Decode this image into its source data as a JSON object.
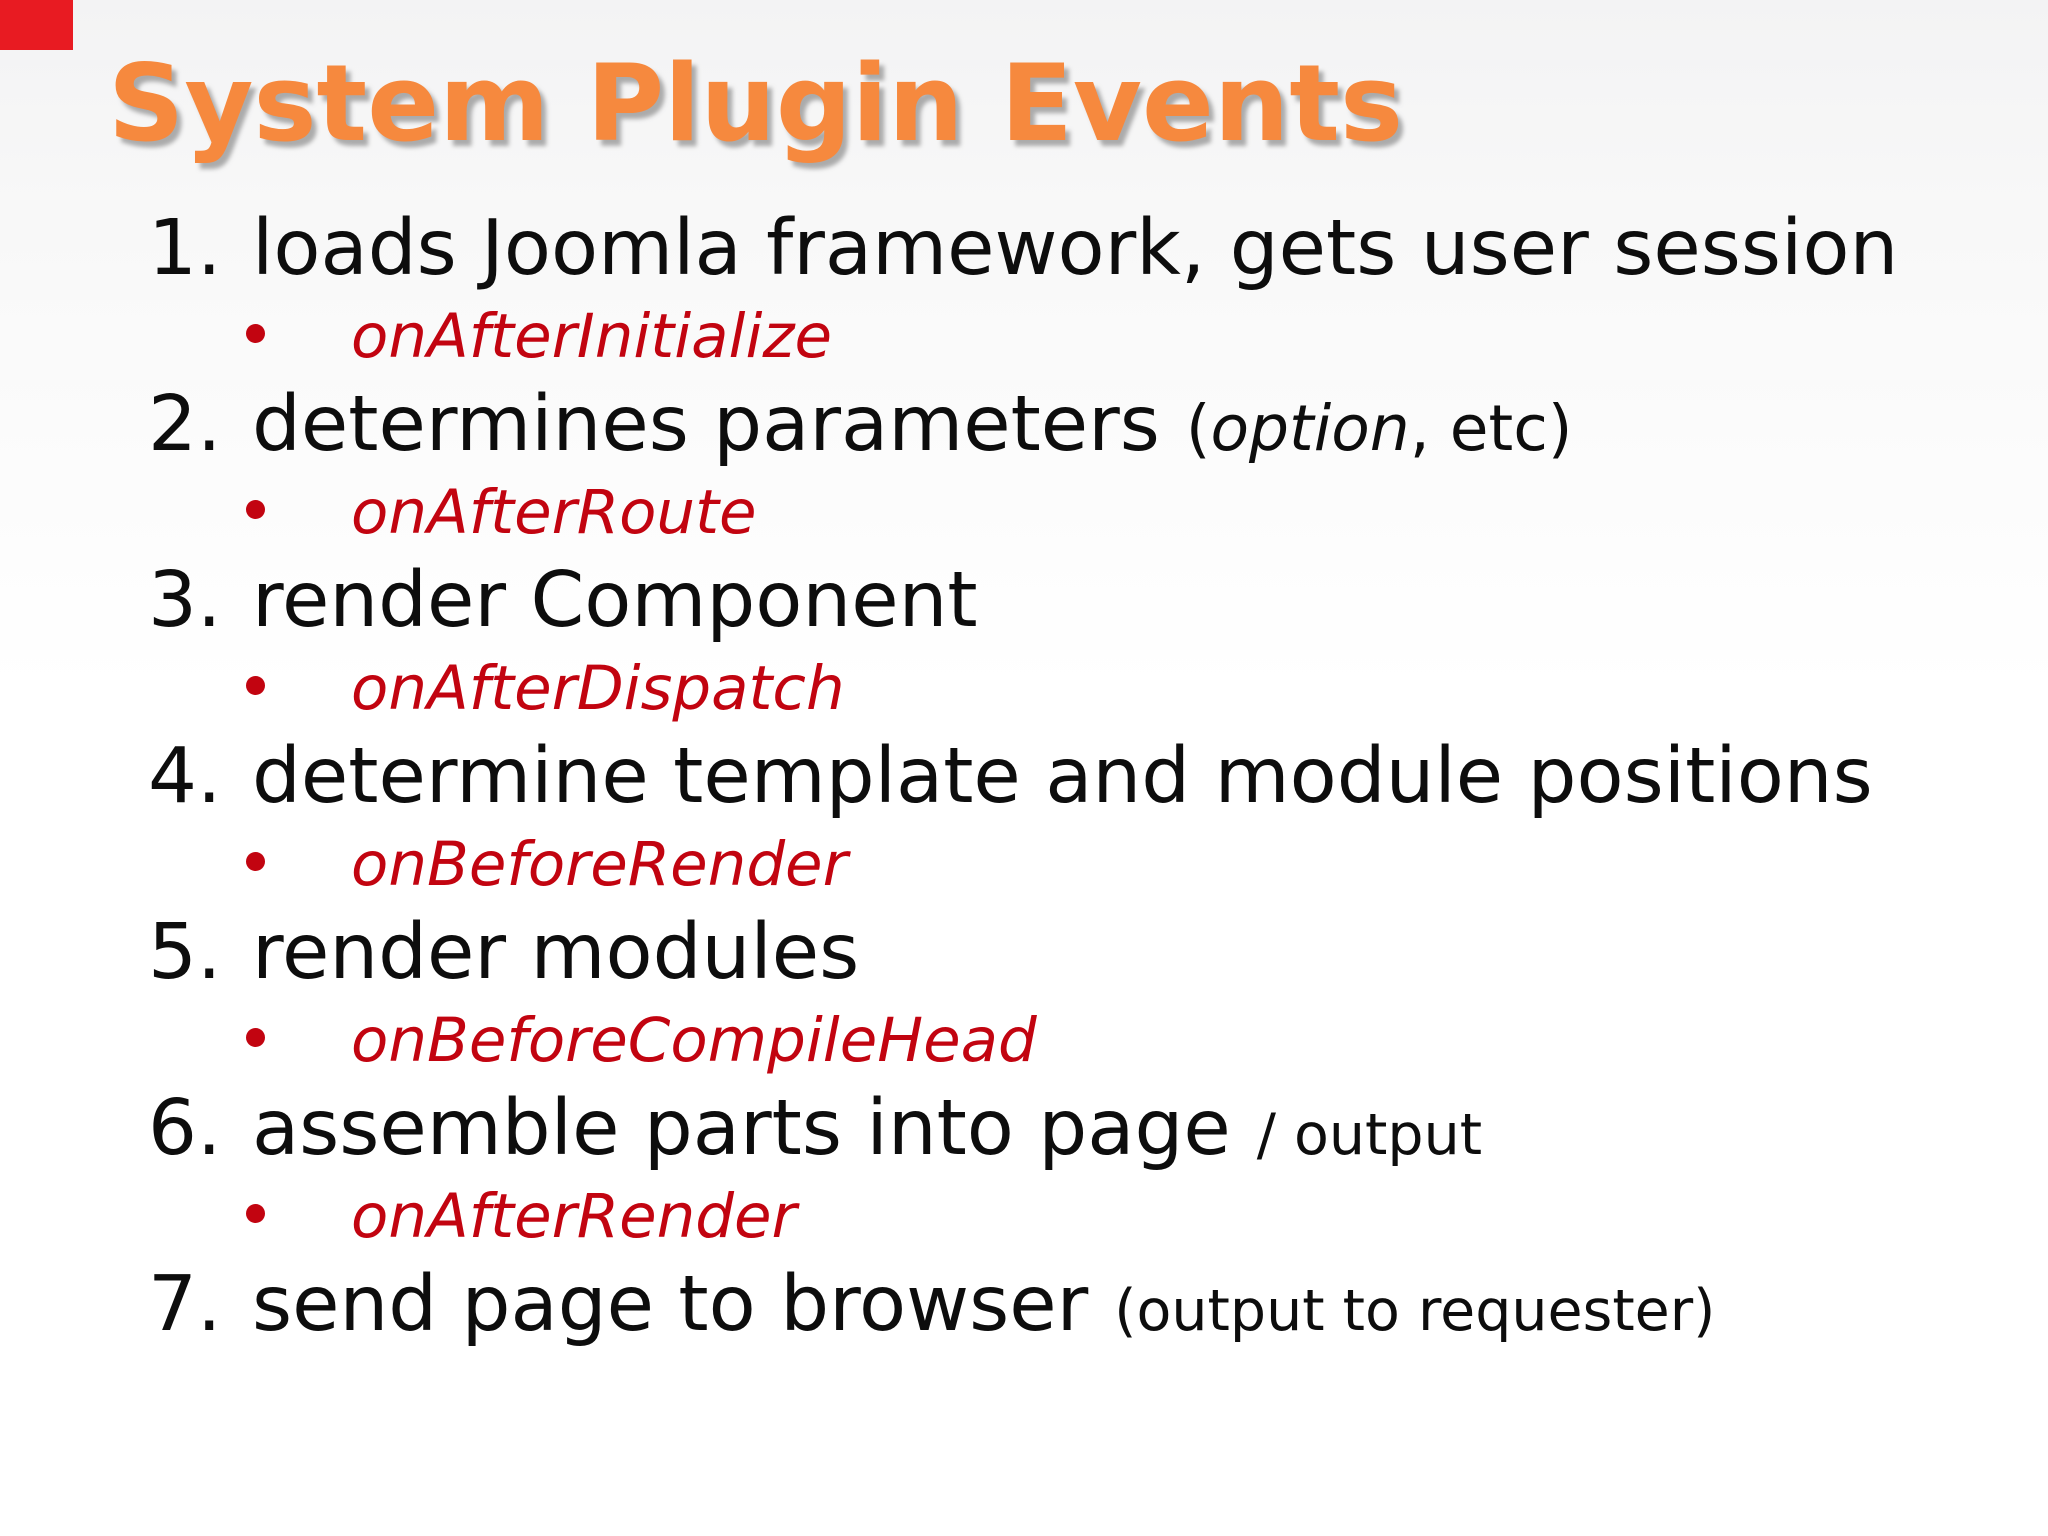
{
  "title": "System Plugin Events",
  "colors": {
    "title_orange": "#f6893e",
    "event_red": "#c20410",
    "body_black": "#0d0d0d",
    "corner_red": "#e81b22"
  },
  "items": [
    {
      "number": "1.",
      "text": "loads Joomla framework, gets user session",
      "suffix": [],
      "event": "onAfterInitialize"
    },
    {
      "number": "2.",
      "text": "determines parameters",
      "suffix": [
        {
          "text": "(",
          "style": "plain",
          "size": "md"
        },
        {
          "text": "option",
          "style": "italic",
          "size": "md"
        },
        {
          "text": ", etc)",
          "style": "plain",
          "size": "md"
        }
      ],
      "event": "onAfterRoute"
    },
    {
      "number": "3.",
      "text": "render Component",
      "suffix": [],
      "event": "onAfterDispatch"
    },
    {
      "number": "4.",
      "text": "determine template and module positions",
      "suffix": [],
      "event": "onBeforeRender"
    },
    {
      "number": "5.",
      "text": "render modules",
      "suffix": [],
      "event": "onBeforeCompileHead"
    },
    {
      "number": "6.",
      "text": "assemble parts into page",
      "suffix": [
        {
          "text": "/ output",
          "style": "plain",
          "size": "sm"
        }
      ],
      "event": "onAfterRender"
    },
    {
      "number": "7.",
      "text": "send page to browser",
      "suffix": [
        {
          "text": "(output to requester)",
          "style": "plain",
          "size": "sm"
        }
      ],
      "event": null
    }
  ]
}
